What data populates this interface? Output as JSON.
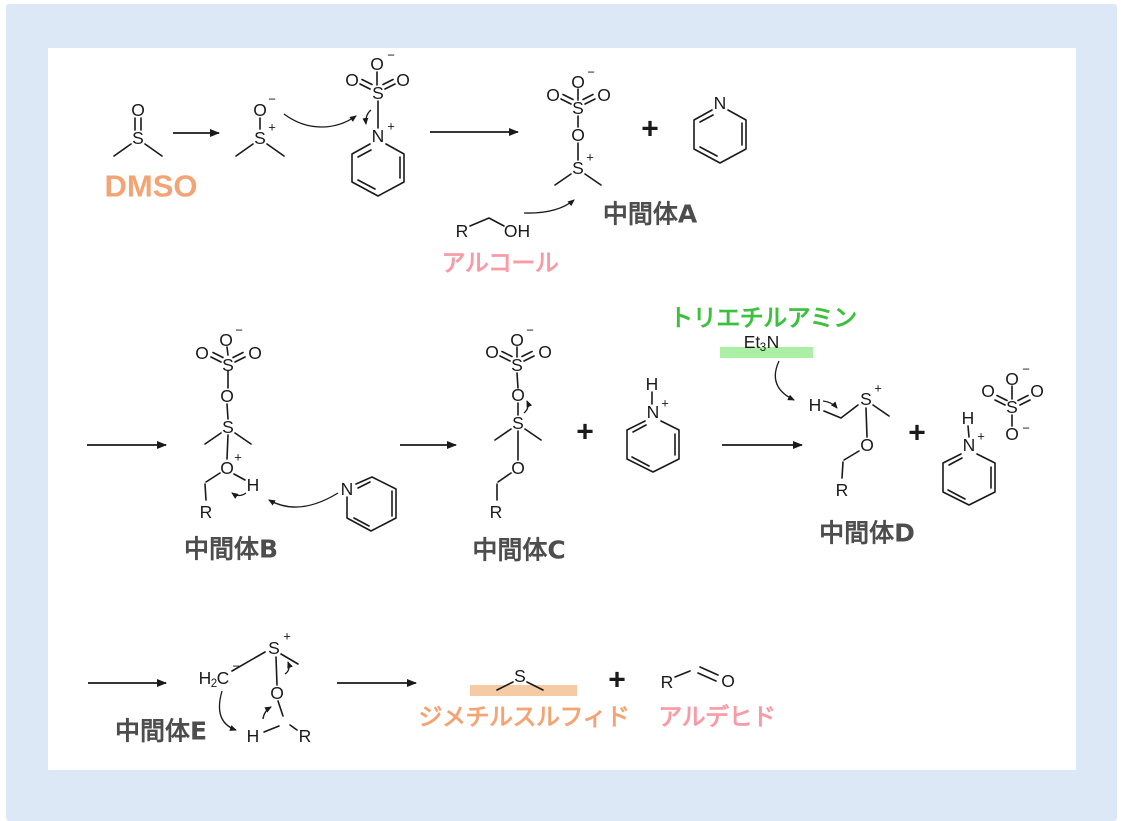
{
  "colors": {
    "background": "#dce8f5",
    "panel": "#ffffff",
    "structure": "#1a1a1a",
    "intermediate_label": "#4d4d4d",
    "dmso_orange": "#f4a474",
    "alcohol_pink": "#f89ba6",
    "amine_green": "#3cc13c",
    "amine_highlight": "#aaefa4",
    "sulfide_highlight": "#f6cba4"
  },
  "labels": {
    "dmso": "DMSO",
    "alcohol": "アルコール",
    "triethylamine": "トリエチルアミン",
    "dimethyl_sulfide": "ジメチルスルフィド",
    "aldehyde": "アルデヒド",
    "intermediate_a": "中間体A",
    "intermediate_b": "中間体B",
    "intermediate_c": "中間体C",
    "intermediate_d": "中間体D",
    "intermediate_e": "中間体E"
  },
  "atoms": {
    "o": "O",
    "s": "S",
    "n": "N",
    "h": "H",
    "c": "C",
    "r": "R",
    "oh": "OH",
    "et": "Et",
    "sub2": "2",
    "sub3": "3"
  },
  "symbols": {
    "plus_reaction": "+",
    "plus_charge": "+",
    "minus_charge": "−"
  }
}
